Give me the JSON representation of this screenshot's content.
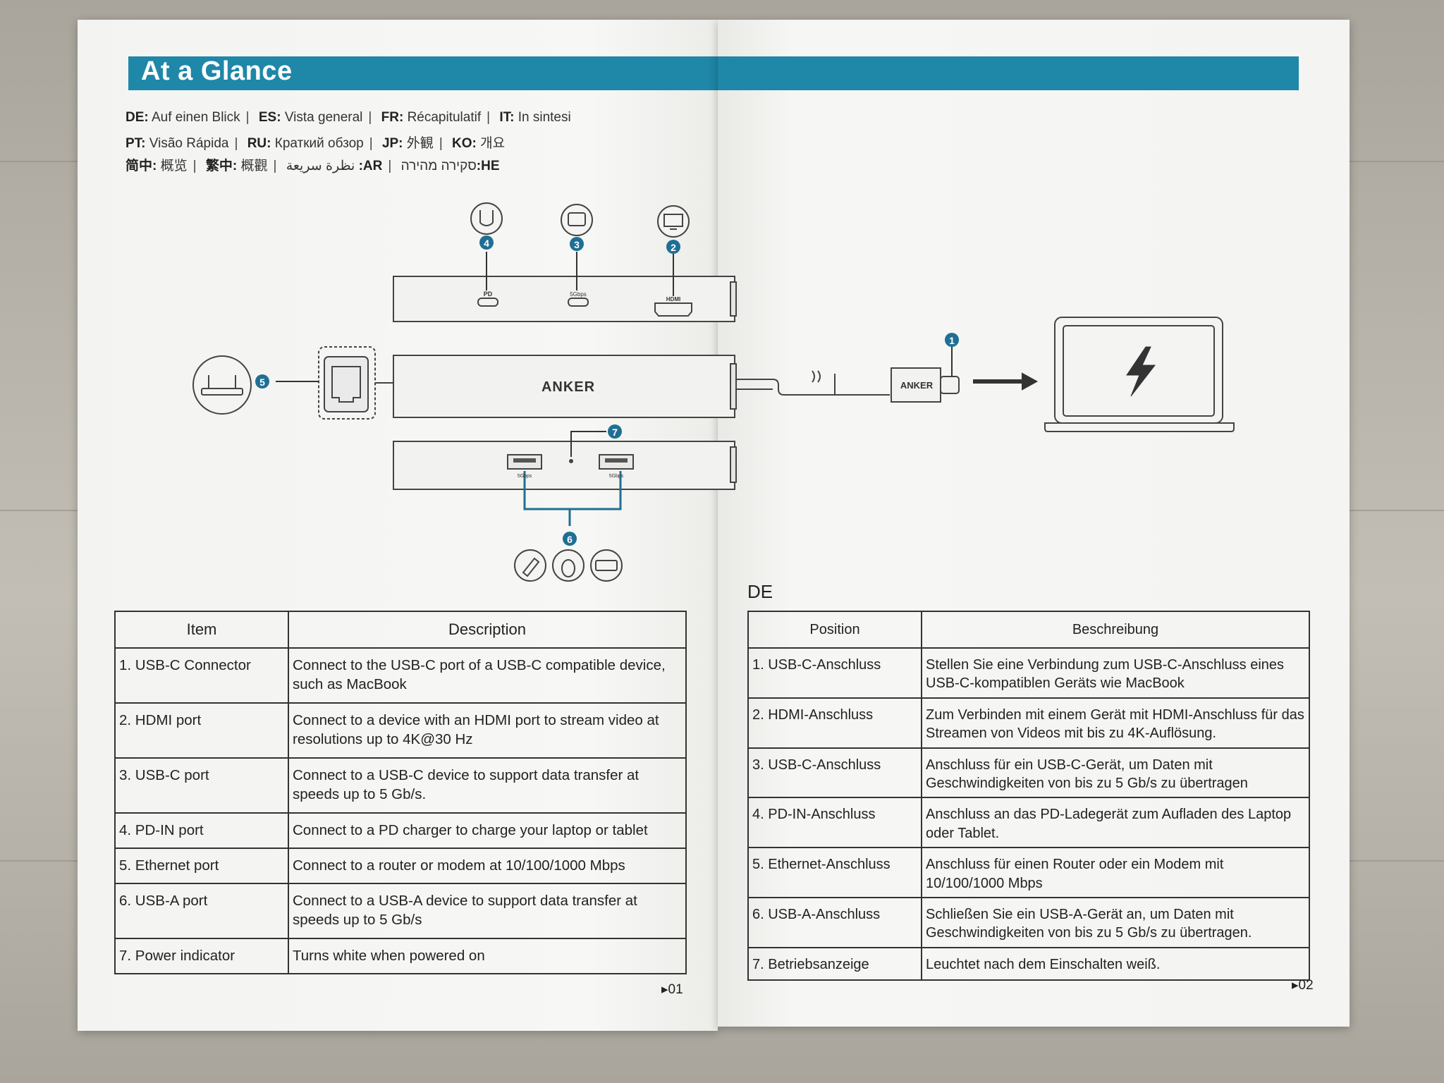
{
  "header": {
    "title": "At a Glance",
    "lang_lines": [
      [
        {
          "code": "DE:",
          "text": "Auf einen Blick"
        },
        {
          "code": "ES:",
          "text": "Vista general"
        },
        {
          "code": "FR:",
          "text": "Récapitulatif"
        },
        {
          "code": "IT:",
          "text": "In sintesi"
        }
      ],
      [
        {
          "code": "PT:",
          "text": "Visão Rápida"
        },
        {
          "code": "RU:",
          "text": "Краткий обзор"
        },
        {
          "code": "JP:",
          "text": "外観"
        },
        {
          "code": "KO:",
          "text": "개요"
        }
      ],
      [
        {
          "code": "简中:",
          "text": "概览"
        },
        {
          "code": "繁中:",
          "text": "概觀"
        },
        {
          "code": ":AR",
          "text": "نظرة سريعة"
        },
        {
          "code": ":HE",
          "text": "סקירה מהירה"
        }
      ]
    ]
  },
  "diagram": {
    "brand": "ANKER",
    "callouts": [
      "1",
      "2",
      "3",
      "4",
      "5",
      "6",
      "7"
    ],
    "port_labels": {
      "pd": "PD",
      "usbc": "5Gbps",
      "hdmi": "HDMI",
      "usba": "5Gbps"
    },
    "icons": [
      "pd-charger-icon",
      "usb-c-device-icon",
      "monitor-icon",
      "router-icon",
      "ethernet-port-icon",
      "usb-drive-icon",
      "mouse-icon",
      "keyboard-icon",
      "laptop-icon",
      "lightning-icon",
      "arrow-icon"
    ]
  },
  "en_table": {
    "headers": {
      "item": "Item",
      "description": "Description"
    },
    "rows": [
      {
        "item": "1. USB-C Connector",
        "description": "Connect to the USB-C port of a USB-C compatible device, such as MacBook"
      },
      {
        "item": "2. HDMI port",
        "description": "Connect to a device with an HDMI port to stream video at resolutions up to 4K@30 Hz"
      },
      {
        "item": "3. USB-C port",
        "description": "Connect to a USB-C device to support data transfer at speeds up to 5 Gb/s."
      },
      {
        "item": "4. PD-IN port",
        "description": "Connect to a PD charger to charge your laptop or tablet"
      },
      {
        "item": "5. Ethernet port",
        "description": "Connect to a router or modem at 10/100/1000 Mbps"
      },
      {
        "item": "6. USB-A port",
        "description": "Connect to a USB-A device to support data transfer at speeds up to 5 Gb/s"
      },
      {
        "item": "7. Power indicator",
        "description": "Turns white when powered on"
      }
    ],
    "page_number": "01"
  },
  "de_section": {
    "heading": "DE",
    "headers": {
      "item": "Position",
      "description": "Beschreibung"
    },
    "rows": [
      {
        "item": "1. USB-C-Anschluss",
        "description": "Stellen Sie eine Verbindung zum USB-C-Anschluss eines USB-C-kompatiblen Geräts wie MacBook"
      },
      {
        "item": "2. HDMI-Anschluss",
        "description": "Zum Verbinden mit einem Gerät mit HDMI-Anschluss für das Streamen von Videos mit bis zu 4K-Auflösung."
      },
      {
        "item": "3. USB-C-Anschluss",
        "description": "Anschluss für ein USB-C-Gerät, um Daten mit Geschwindigkeiten von bis zu 5 Gb/s zu übertragen"
      },
      {
        "item": "4. PD-IN-Anschluss",
        "description": "Anschluss an das PD-Ladegerät zum Aufladen des Laptop oder Tablet."
      },
      {
        "item": "5. Ethernet-Anschluss",
        "description": "Anschluss für einen Router oder ein Modem mit 10/100/1000 Mbps"
      },
      {
        "item": "6. USB-A-Anschluss",
        "description": "Schließen Sie ein USB-A-Gerät an, um Daten mit Geschwindigkeiten von bis zu 5 Gb/s zu übertragen."
      },
      {
        "item": "7. Betriebsanzeige",
        "description": "Leuchtet nach dem Einschalten weiß."
      }
    ],
    "page_number": "02"
  },
  "colors": {
    "accent": "#1f87a8",
    "ink": "#222222",
    "callout": "#1f6f94",
    "paper": "#f6f6f4"
  }
}
